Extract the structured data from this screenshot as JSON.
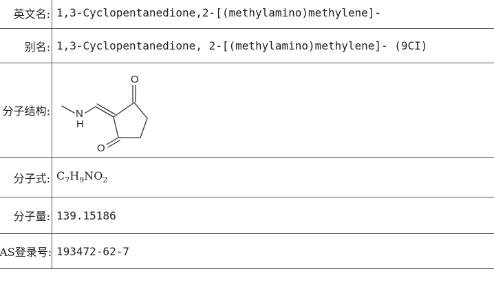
{
  "rows": {
    "english_name": {
      "label": "英文名:",
      "value": "1,3-Cyclopentanedione,2-[(methylamino)methylene]-"
    },
    "alias": {
      "label": "别名:",
      "value": "1,3-Cyclopentanedione, 2-[(methylamino)methylene]- (9CI)"
    },
    "structure": {
      "label": "分子结构:",
      "atoms": {
        "n": "N",
        "h": "H",
        "o_top": "O",
        "o_bottom": "O"
      }
    },
    "formula": {
      "label": "分子式:",
      "parts": {
        "c": "C",
        "c_n": "7",
        "h": "H",
        "h_n": "9",
        "no": "NO",
        "o_n": "2"
      }
    },
    "weight": {
      "label": "分子量:",
      "value": "139.15186"
    },
    "cas": {
      "label": "CAS登录号:",
      "value": "193472-62-7"
    }
  }
}
